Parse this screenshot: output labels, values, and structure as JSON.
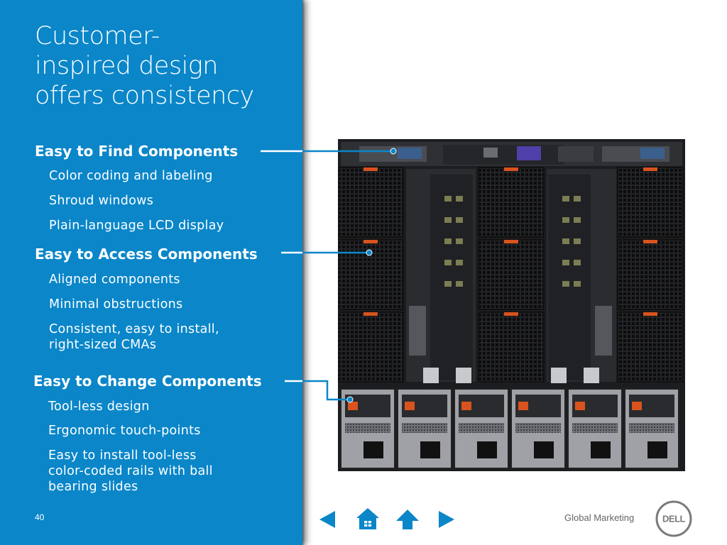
{
  "slide": {
    "title_lines": [
      "Customer-",
      "inspired design",
      "offers consistency"
    ],
    "page_number": "40"
  },
  "sections": [
    {
      "heading": "Easy to Find Components",
      "items": [
        "Color coding and labeling",
        "Shroud windows",
        "Plain-language LCD display"
      ]
    },
    {
      "heading": "Easy to Access Components",
      "items": [
        "Aligned components",
        "Minimal obstructions",
        "Consistent, easy to install,",
        "right-sized CMAs"
      ]
    },
    {
      "heading": "Easy to Change Components",
      "items": [
        "Tool-less design",
        "Ergonomic touch-points",
        "Easy to install tool-less",
        "color-coded rails with ball",
        "bearing slides"
      ]
    }
  ],
  "nav": {
    "prev_icon": "triangle-left-icon",
    "home_icon": "house-icon",
    "up_icon": "arrow-up-icon",
    "next_icon": "triangle-right-icon",
    "color": "#0a86c9"
  },
  "footer": {
    "label": "Global Marketing",
    "logo_text": "DELL"
  },
  "colors": {
    "panel": "#0a86c9",
    "accent_orange": "#d9531e"
  }
}
